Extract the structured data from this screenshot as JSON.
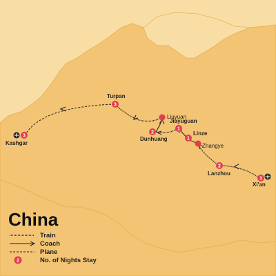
{
  "colors": {
    "ocean": "#f8dea4",
    "land": "#f3c474",
    "land_edge": "#e9b25c",
    "night_badge": "#e23d4d",
    "route": "#222222"
  },
  "legend": {
    "title": "China",
    "items": [
      {
        "icon": "train-line-icon",
        "label": "Train"
      },
      {
        "icon": "coach-line-icon",
        "label": "Coach"
      },
      {
        "icon": "plane-line-icon",
        "label": "Plane"
      },
      {
        "icon": "night-badge-icon",
        "label": "No. of Nights Stay",
        "badge": "2"
      }
    ]
  },
  "cities": [
    {
      "name": "Kashgar",
      "nights": "3",
      "icon": "plane-icon"
    },
    {
      "name": "Turpan",
      "nights": "3"
    },
    {
      "name": "Liuyuan"
    },
    {
      "name": "Dunhuang",
      "nights": "2"
    },
    {
      "name": "Jiayuguan",
      "nights": "1"
    },
    {
      "name": "Linze",
      "nights": "1"
    },
    {
      "name": "Zhangye"
    },
    {
      "name": "Lanzhou",
      "nights": "2"
    },
    {
      "name": "Xi'an",
      "nights": "3",
      "icon": "plane-icon"
    }
  ]
}
